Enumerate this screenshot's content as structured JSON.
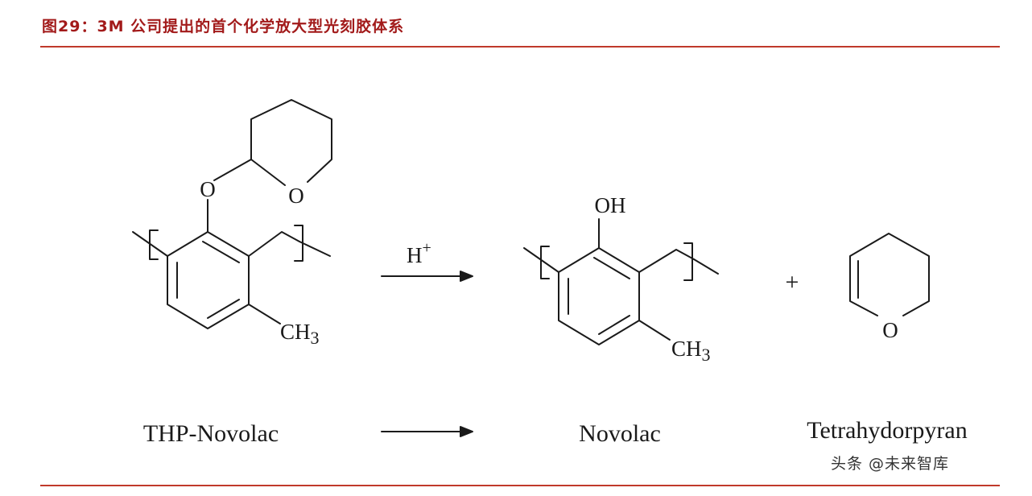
{
  "header": {
    "title": "图29：3M 公司提出的首个化学放大型光刻胶体系"
  },
  "scheme": {
    "reactant": {
      "name": "THP-Novolac",
      "atom_o_link": "O",
      "atom_o_ring": "O",
      "group_ch": "CH",
      "group_sub": "3"
    },
    "catalyst": {
      "symbol": "H",
      "charge": "+"
    },
    "product": {
      "name": "Novolac",
      "group_oh": "OH",
      "group_ch": "CH",
      "group_sub": "3"
    },
    "plus": "+",
    "byproduct": {
      "name": "Tetrahydorpyran",
      "atom_o_ring": "O"
    }
  },
  "watermark": "头条 @未来智库",
  "colors": {
    "accent": "#c0392b",
    "ink": "#1a1a1a",
    "title": "#a21a1a"
  }
}
